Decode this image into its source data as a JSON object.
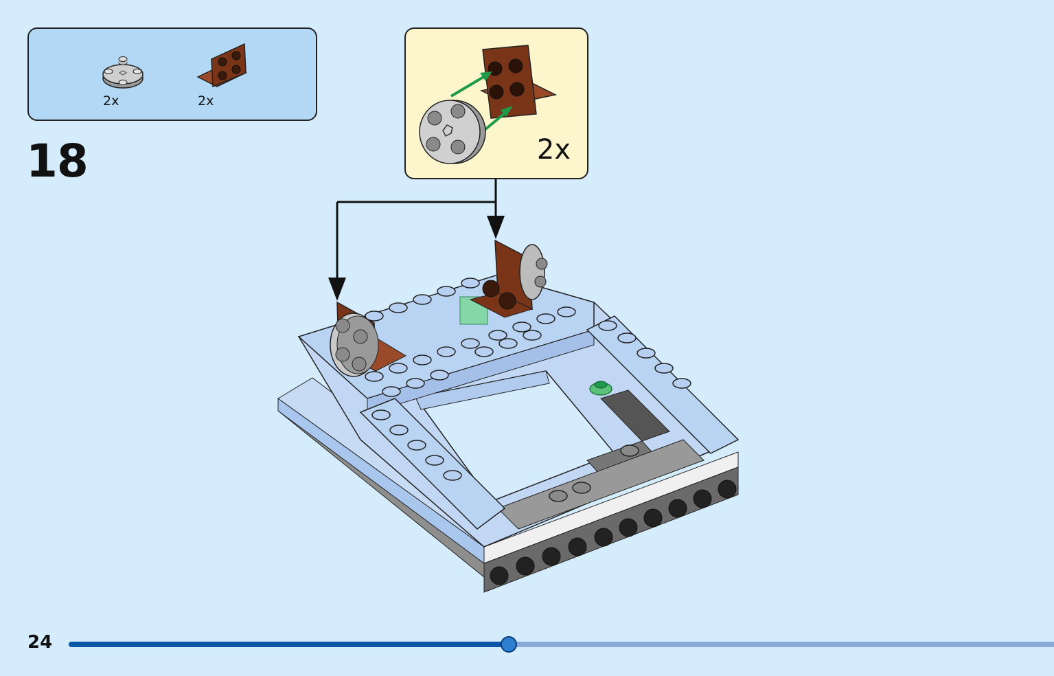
{
  "parts_list": {
    "items": [
      {
        "icon": "round-plate-icon",
        "quantity": "2x",
        "color": "#c8c8c8"
      },
      {
        "icon": "bracket-plate-icon",
        "quantity": "2x",
        "color": "#8a3a1c"
      }
    ]
  },
  "step": {
    "number": "18"
  },
  "sub_assembly": {
    "quantity": "2x"
  },
  "footer": {
    "page_number": "24",
    "progress": 0.447
  },
  "colors": {
    "background": "#d4ecfb",
    "parts_box": "#b3d8f6",
    "callout": "#fdf5cc",
    "brick_blue": "#b9d3f2",
    "brick_brown": "#7a3417",
    "progress_fill": "#0a57a8",
    "progress_track": "#8aa8d8",
    "arrow_green": "#1e9a4a"
  }
}
